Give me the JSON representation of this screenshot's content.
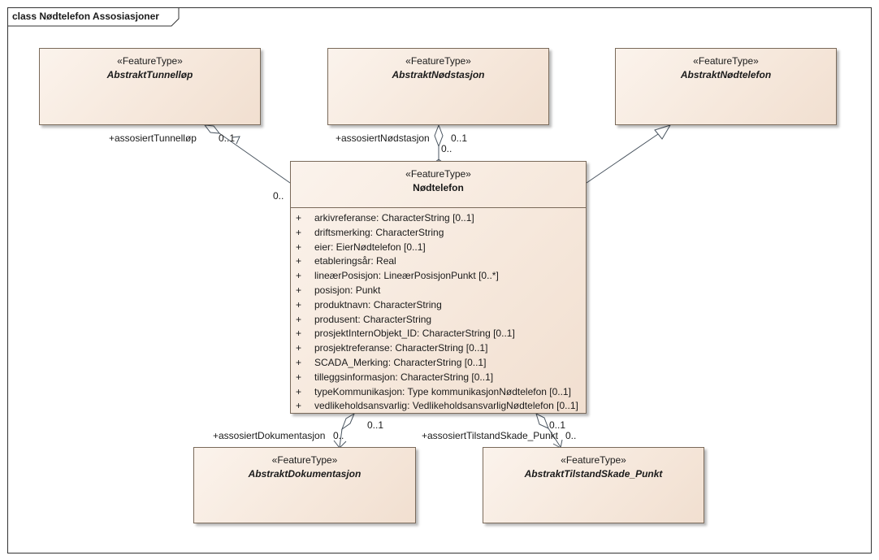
{
  "frame": {
    "title": "class Nødtelefon Assosiasjoner"
  },
  "classes": {
    "tunnellop": {
      "stereotype": "«FeatureType»",
      "name": "AbstraktTunnelløp"
    },
    "nodstasjon": {
      "stereotype": "«FeatureType»",
      "name": "AbstraktNødstasjon"
    },
    "nodtelefon_abstract": {
      "stereotype": "«FeatureType»",
      "name": "AbstraktNødtelefon"
    },
    "nodtelefon": {
      "stereotype": "«FeatureType»",
      "name": "Nødtelefon",
      "attributes": [
        {
          "vis": "+",
          "text": "arkivreferanse: CharacterString [0..1]"
        },
        {
          "vis": "+",
          "text": "driftsmerking: CharacterString"
        },
        {
          "vis": "+",
          "text": "eier: EierNødtelefon [0..1]"
        },
        {
          "vis": "+",
          "text": "etableringsår: Real"
        },
        {
          "vis": "+",
          "text": "lineærPosisjon: LineærPosisjonPunkt [0..*]"
        },
        {
          "vis": "+",
          "text": "posisjon: Punkt"
        },
        {
          "vis": "+",
          "text": "produktnavn: CharacterString"
        },
        {
          "vis": "+",
          "text": "produsent: CharacterString"
        },
        {
          "vis": "+",
          "text": "prosjektInternObjekt_ID: CharacterString [0..1]"
        },
        {
          "vis": "+",
          "text": "prosjektreferanse: CharacterString [0..1]"
        },
        {
          "vis": "+",
          "text": "SCADA_Merking: CharacterString [0..1]"
        },
        {
          "vis": "+",
          "text": "tilleggsinformasjon: CharacterString [0..1]"
        },
        {
          "vis": "+",
          "text": "typeKommunikasjon: Type kommunikasjonNødtelefon [0..1]"
        },
        {
          "vis": "+",
          "text": "vedlikeholdsansvarlig: VedlikeholdsansvarligNødtelefon [0..1]"
        }
      ]
    },
    "dokumentasjon": {
      "stereotype": "«FeatureType»",
      "name": "AbstraktDokumentasjon"
    },
    "tilstandskade": {
      "stereotype": "«FeatureType»",
      "name": "AbstraktTilstandSkade_Punkt"
    }
  },
  "labels": {
    "tunnel_role": "+assosiertTunnelløp",
    "tunnel_mult": "0..1",
    "tunnel_src_mult": "0..",
    "stasjon_role": "+assosiertNødstasjon",
    "stasjon_mult": "0..1",
    "stasjon_src_mult": "0..",
    "dok_role": "+assosiertDokumentasjon",
    "dok_mult": "0..",
    "dok_src_mult": "0..1",
    "tilstand_role": "+assosiertTilstandSkade_Punkt",
    "tilstand_mult": "0..",
    "tilstand_src_mult": "0..1"
  }
}
